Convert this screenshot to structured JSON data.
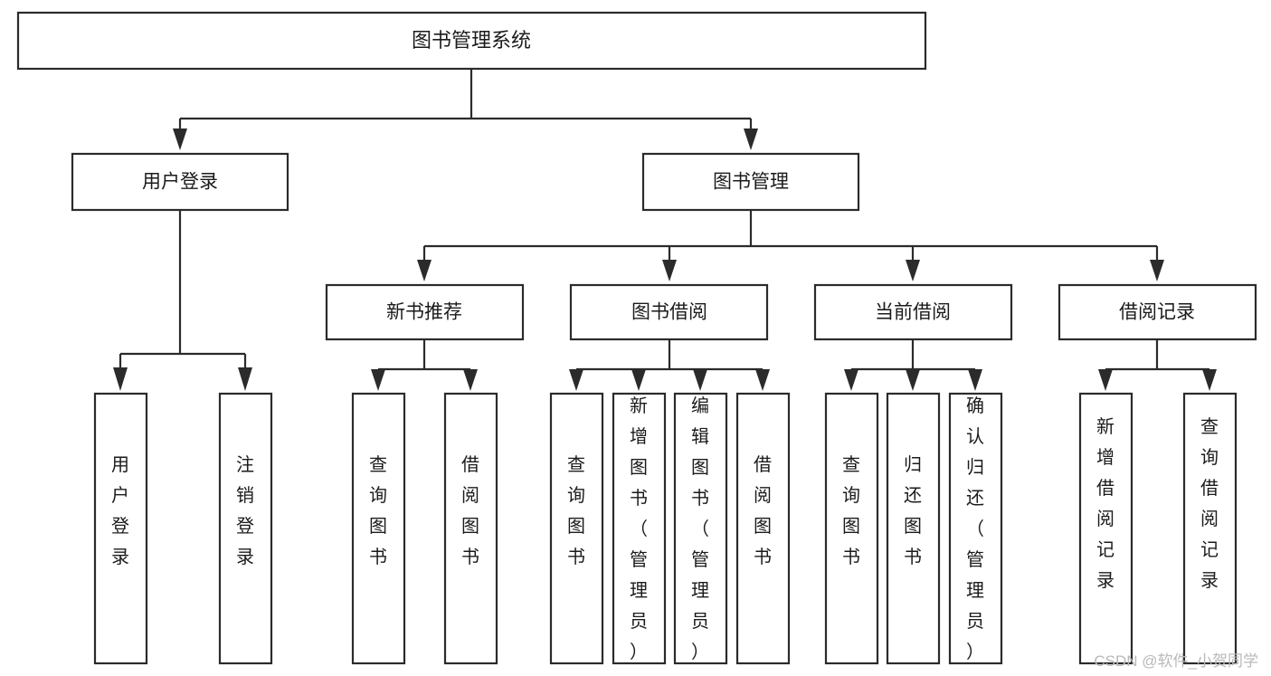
{
  "diagram": {
    "title": "图书管理系统",
    "type": "tree-hierarchy-chart",
    "watermark": "CSDN @软件_小贺同学",
    "colors": {
      "stroke": "#2b2b2b",
      "fill": "#ffffff",
      "text": "#1b1b1b",
      "watermark": "#b9b9b9"
    },
    "levels": {
      "root_label": "图书管理系统",
      "level2": [
        {
          "label": "用户登录"
        },
        {
          "label": "图书管理"
        }
      ],
      "level3": [
        {
          "label": "新书推荐"
        },
        {
          "label": "图书借阅"
        },
        {
          "label": "当前借阅"
        },
        {
          "label": "借阅记录"
        }
      ]
    },
    "leaves": {
      "user_login": [
        {
          "label": "用户登录"
        },
        {
          "label": "注销登录"
        }
      ],
      "new_book_recommend": [
        {
          "label": "查询图书"
        },
        {
          "label": "借阅图书"
        }
      ],
      "book_borrow": [
        {
          "label": "查询图书"
        },
        {
          "label": "新增图书（管理员）"
        },
        {
          "label": "编辑图书（管理员）"
        },
        {
          "label": "借阅图书"
        }
      ],
      "current_borrow": [
        {
          "label": "查询图书"
        },
        {
          "label": "归还图书"
        },
        {
          "label": "确认归还（管理员）"
        }
      ],
      "borrow_record": [
        {
          "label": "新增借阅记录"
        },
        {
          "label": "查询借阅记录"
        }
      ]
    }
  }
}
